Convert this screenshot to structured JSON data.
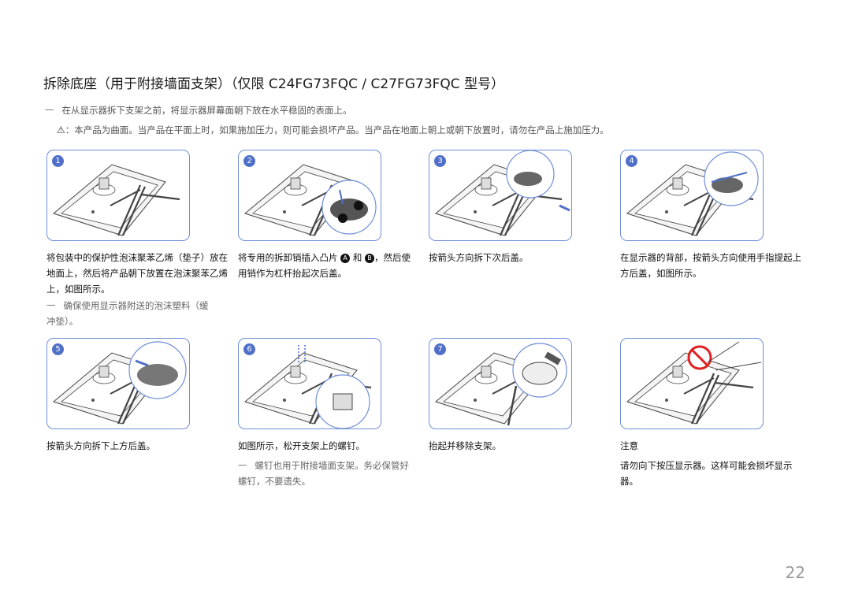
{
  "title": "拆除底座（用于附接墙面支架）（仅限 C24FG73FQC / C27FG73FQC 型号）",
  "intro_note": "在从显示器拆下支架之前，将显示器屏幕面朝下放在水平稳固的表面上。",
  "caution": "：本产品为曲面。当产品在平面上时，如果施加压力，则可能会损坏产品。当产品在地面上朝上或朝下放置时，请勿在产品上施加压力。",
  "dash_symbol": "一",
  "steps": [
    {
      "num": "1",
      "text": "将包装中的保护性泡沫聚苯乙烯（垫子）放在地面上，然后将产品朝下放置在泡沫聚苯乙烯上，如图所示。",
      "note": "确保使用显示器附送的泡沫塑料（缓冲垫）。"
    },
    {
      "num": "2",
      "text_a": "将专用的拆卸销插入凸片",
      "mark_a": "A",
      "and": "和",
      "mark_b": "B",
      "text_b": "，然后使用销作为杠杆抬起次后盖。"
    },
    {
      "num": "3",
      "text": "按箭头方向拆下次后盖。"
    },
    {
      "num": "4",
      "text": "在显示器的背部，按箭头方向使用手指提起上方后盖，如图所示。"
    },
    {
      "num": "5",
      "text": "按箭头方向拆下上方后盖。"
    },
    {
      "num": "6",
      "text": "如图所示，松开支架上的螺钉。",
      "note": "螺钉也用于附接墙面支架。务必保管好螺钉，不要遗失。"
    },
    {
      "num": "7",
      "text": "抬起并移除支架。"
    },
    {
      "heading": "注意",
      "text": "请勿向下按压显示器。这样可能会损坏显示器。"
    }
  ],
  "page_number": "22",
  "colors": {
    "accent": "#4f6fc8",
    "border": "#6f8fd8",
    "prohibit": "#e02020"
  }
}
